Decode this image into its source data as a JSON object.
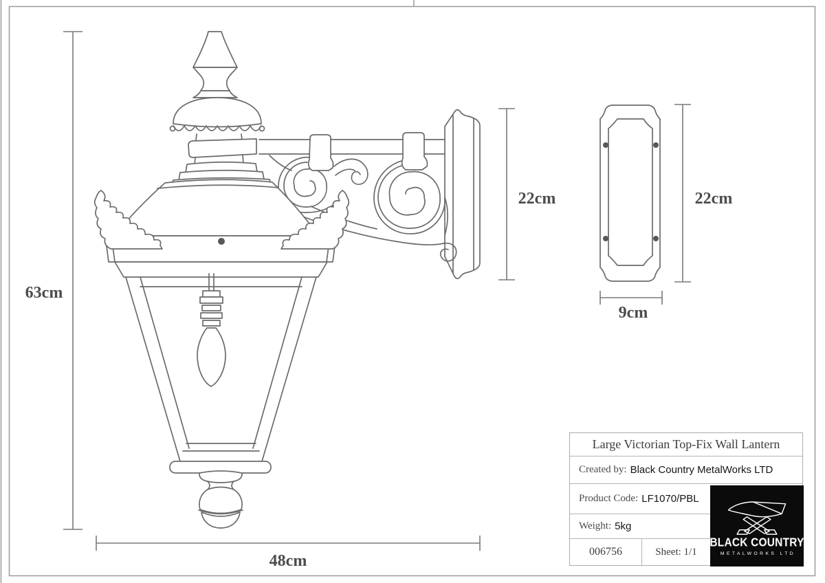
{
  "page": {
    "background": "#ffffff",
    "border_color": "#9a9a9a",
    "line_color": "#6b6b6b",
    "dimension_text_color": "#4c4c4c"
  },
  "drawing": {
    "subject": "Victorian top-fix wall lantern with scroll bracket, side wall plate view and front wall plate view"
  },
  "dimensions": {
    "lantern_height": "63cm",
    "lantern_width": "48cm",
    "bracket_height": "22cm",
    "plate_height": "22cm",
    "plate_width": "9cm"
  },
  "title_block": {
    "title": "Large Victorian Top-Fix Wall Lantern",
    "created_by_label": "Created by:",
    "created_by_value": "Black Country MetalWorks LTD",
    "product_code_label": "Product Code:",
    "product_code_value": "LF1070/PBL",
    "weight_label": "Weight:",
    "weight_value": "5kg",
    "drawing_number": "006756",
    "sheet": "Sheet: 1/1"
  },
  "logo": {
    "icon": "anvil-icon",
    "line1": "BLACK COUNTRY",
    "line2": "METALWORKS LTD",
    "background": "#0b0b0b",
    "text_color": "#ffffff"
  }
}
